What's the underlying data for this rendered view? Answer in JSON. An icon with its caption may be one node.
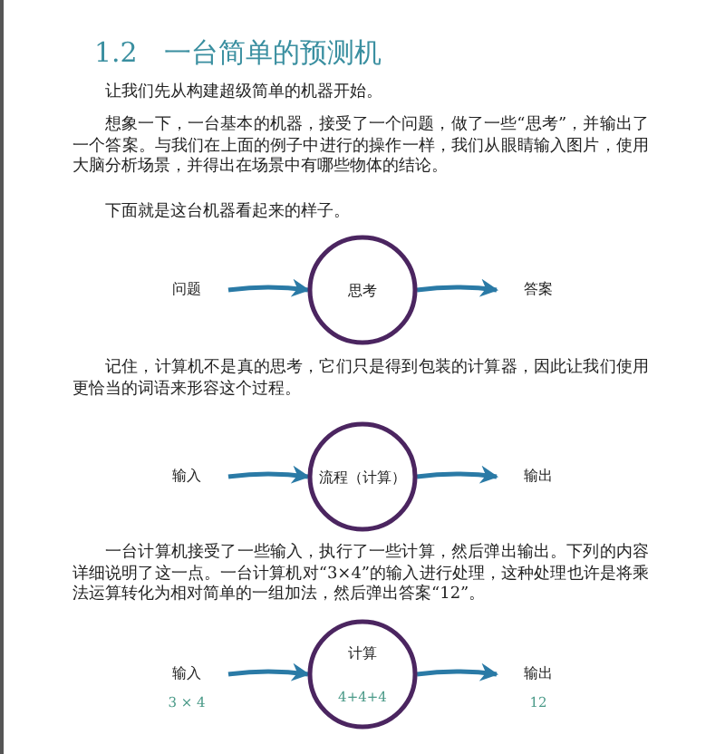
{
  "diagram": {
    "title": "1.2 一台简单的预测机",
    "nodes": [
      {
        "text": [
          "问题"
        ]
      },
      {
        "text": [
          "思考"
        ]
      },
      {
        "text": [
          "答案"
        ]
      },
      {
        "text": [
          "输入"
        ]
      },
      {
        "text": [
          "流程（计算）"
        ]
      },
      {
        "text": [
          "输出"
        ]
      },
      {
        "text": [
          "输入",
          "3 × 4"
        ]
      },
      {
        "text": [
          "计算",
          "4+4+4"
        ]
      },
      {
        "text": [
          "输出",
          "12"
        ]
      }
    ],
    "edges": [
      {
        "from": 0,
        "to": 1,
        "arrow": "to"
      },
      {
        "from": 1,
        "to": 2,
        "arrow": "to"
      },
      {
        "from": 3,
        "to": 4,
        "arrow": "to"
      },
      {
        "from": 4,
        "to": 5,
        "arrow": "to"
      },
      {
        "from": 6,
        "to": 7,
        "arrow": "to"
      },
      {
        "from": 7,
        "to": 8,
        "arrow": "to"
      }
    ],
    "labels": [
      "让我们先从构建超级简单的机器开始。",
      "想象一下，一台基本的机器，接受了一个问题，做了一些“思考”，并输出了一个答案。与我们在上面的例子中进行的操作一样，我们从眼睛输入图片，使用大脑分析场景，并得出在场景中有哪些物体的结论。",
      "下面就是这台机器看起来的样子。",
      "记住，计算机不是真的思考，它们只是得到包装的计算器，因此让我们使用更恰当的词语来形容这个过程。",
      "一台计算机接受了一些输入，执行了一些计算，然后弹出输出。下列的内容详细说明了这一点。一台计算机对“3×4”的输入进行处理，这种处理也许是将乘法运算转化为相对简单的一组加法，然后弹出答案“12”。"
    ]
  }
}
